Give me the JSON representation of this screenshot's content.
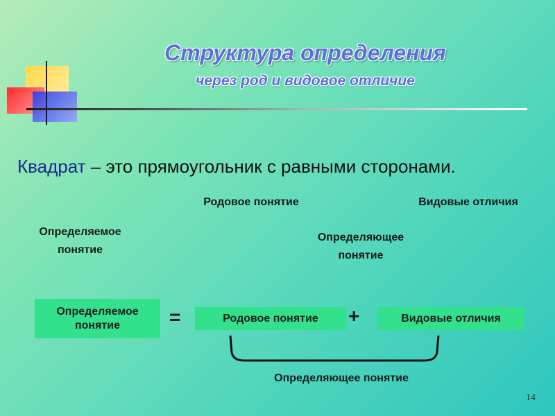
{
  "slide": {
    "title": "Структура определения",
    "subtitle": "через род и видовое отличие",
    "definition": {
      "term": "Квадрат",
      "rest": " – это прямоугольник с равными сторонами."
    },
    "labels": {
      "genus": "Родовое понятие",
      "differentia": "Видовые отличия",
      "definiendum": "Определяемое понятие",
      "definiens": "Определяющее понятие"
    },
    "formula": {
      "definiendum": "Определяемое понятие",
      "equals": "=",
      "genus": "Родовое понятие",
      "plus": "+",
      "differentia": "Видовые отличия",
      "bracket_caption": "Определяющее понятие"
    },
    "page_number": "14"
  },
  "colors": {
    "title": "#5a6fd8",
    "box_fill": "#33e08c"
  }
}
